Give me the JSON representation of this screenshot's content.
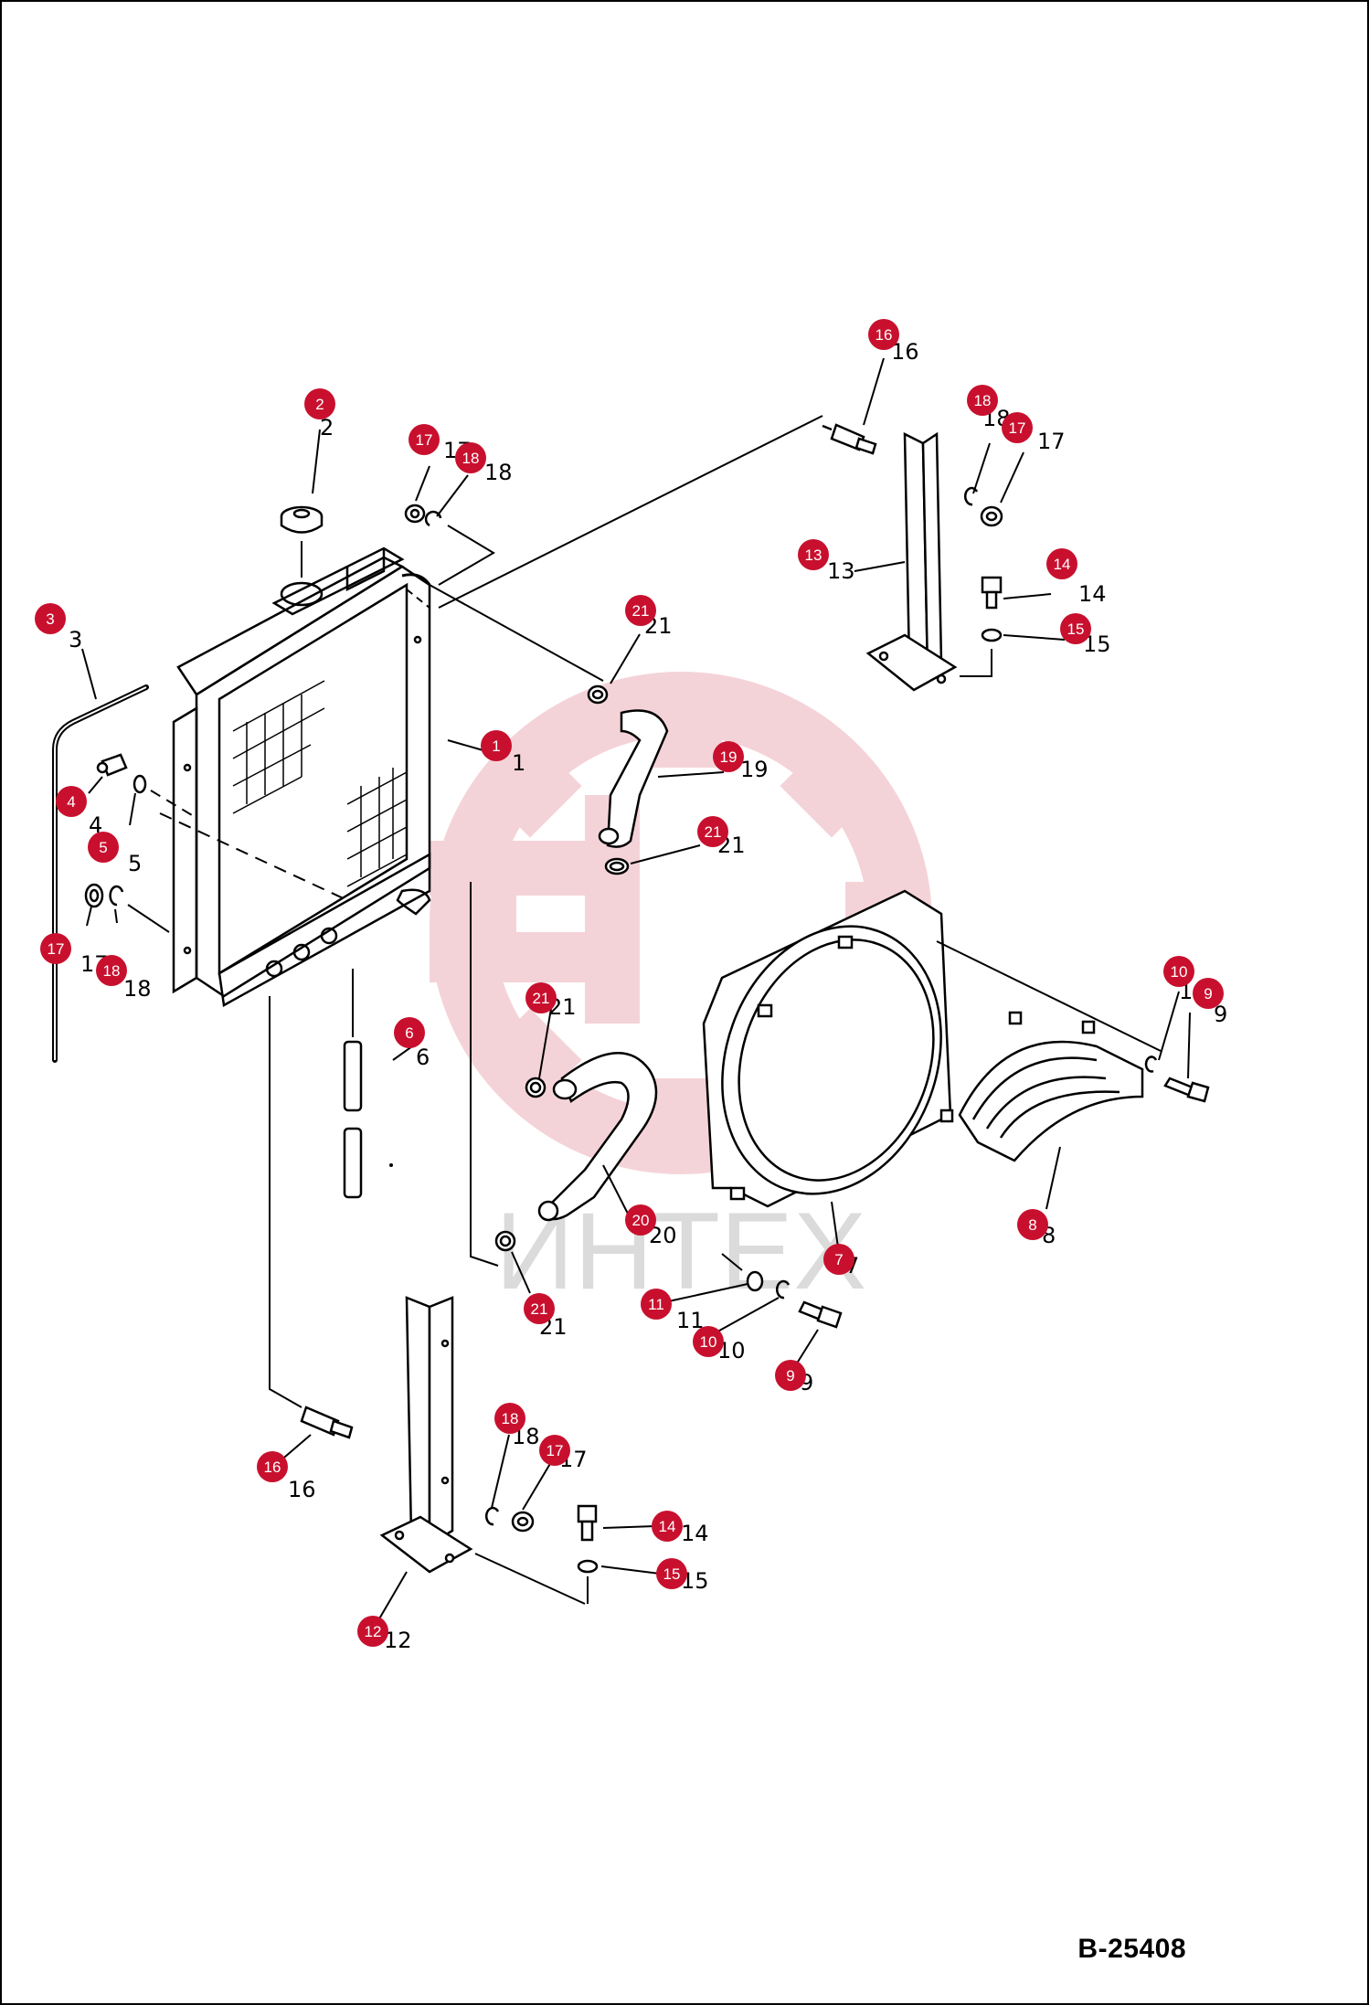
{
  "drawing_code": "B-25408",
  "watermark_text": "ИНТЕХ",
  "accent_color": "#c8102e",
  "callouts": [
    {
      "id": "c1",
      "label": "1",
      "num": "1"
    },
    {
      "id": "c2",
      "label": "2",
      "num": "2"
    },
    {
      "id": "c3",
      "label": "3",
      "num": "3"
    },
    {
      "id": "c4",
      "label": "4",
      "num": "4"
    },
    {
      "id": "c5",
      "label": "5",
      "num": "5"
    },
    {
      "id": "c6",
      "label": "6",
      "num": "6"
    },
    {
      "id": "c7",
      "label": "7",
      "num": "7"
    },
    {
      "id": "c8",
      "label": "8",
      "num": "8"
    },
    {
      "id": "c9a",
      "label": "9",
      "num": "9"
    },
    {
      "id": "c9b",
      "label": "9",
      "num": "9"
    },
    {
      "id": "c10a",
      "label": "10",
      "num": "10"
    },
    {
      "id": "c10b",
      "label": "10",
      "num": "10"
    },
    {
      "id": "c11",
      "label": "11",
      "num": "11"
    },
    {
      "id": "c12",
      "label": "12",
      "num": "12"
    },
    {
      "id": "c13",
      "label": "13",
      "num": "13"
    },
    {
      "id": "c14a",
      "label": "14",
      "num": "14"
    },
    {
      "id": "c14b",
      "label": "14",
      "num": "14"
    },
    {
      "id": "c15a",
      "label": "15",
      "num": "15"
    },
    {
      "id": "c15b",
      "label": "15",
      "num": "15"
    },
    {
      "id": "c16a",
      "label": "16",
      "num": "16"
    },
    {
      "id": "c16b",
      "label": "16",
      "num": "16"
    },
    {
      "id": "c17a",
      "label": "17",
      "num": "17"
    },
    {
      "id": "c17b",
      "label": "17",
      "num": "17"
    },
    {
      "id": "c17c",
      "label": "17",
      "num": "17"
    },
    {
      "id": "c17d",
      "label": "17",
      "num": "17"
    },
    {
      "id": "c18a",
      "label": "18",
      "num": "18"
    },
    {
      "id": "c18b",
      "label": "18",
      "num": "18"
    },
    {
      "id": "c18c",
      "label": "18",
      "num": "18"
    },
    {
      "id": "c18d",
      "label": "18",
      "num": "18"
    },
    {
      "id": "c19",
      "label": "19",
      "num": "19"
    },
    {
      "id": "c20",
      "label": "20",
      "num": "20"
    },
    {
      "id": "c21a",
      "label": "21",
      "num": "21"
    },
    {
      "id": "c21b",
      "label": "21",
      "num": "21"
    },
    {
      "id": "c21c",
      "label": "21",
      "num": "21"
    },
    {
      "id": "c21d",
      "label": "21",
      "num": "21"
    }
  ]
}
